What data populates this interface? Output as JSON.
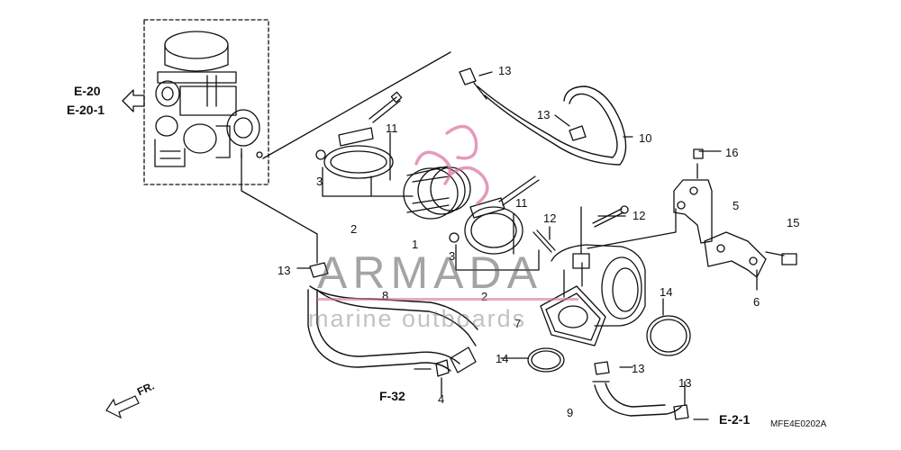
{
  "references": {
    "e20": "E-20",
    "e20_1": "E-20-1",
    "f32": "F-32",
    "e2_1": "E-2-1",
    "front": "FR."
  },
  "labels": {
    "p1": "1",
    "p2a": "2",
    "p2b": "2",
    "p3a": "3",
    "p3b": "3",
    "p4": "4",
    "p5": "5",
    "p6": "6",
    "p7": "7",
    "p8": "8",
    "p9": "9",
    "p10": "10",
    "p11a": "11",
    "p11b": "11",
    "p12a": "12",
    "p12b": "12",
    "p13a": "13",
    "p13b": "13",
    "p13c": "13",
    "p13d": "13",
    "p13e": "13",
    "p14a": "14",
    "p14b": "14",
    "p15": "15",
    "p16": "16"
  },
  "diagram_code": "MFE4E0202A",
  "watermark": {
    "title": "ARMADA",
    "subtitle": "marine outboards",
    "colors": {
      "logo": "#db70a0",
      "text": "#5a5a5a"
    }
  },
  "icons": [
    "carburetor-assembly-icon",
    "left-arrow-icon",
    "front-arrow-icon",
    "hose-icon",
    "clamp-icon",
    "bolt-icon"
  ]
}
